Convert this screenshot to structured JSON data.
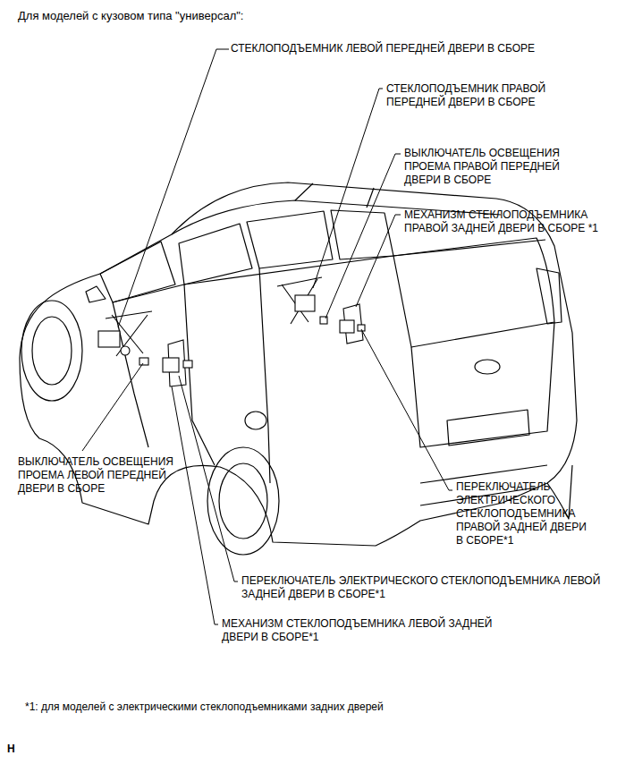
{
  "diagram": {
    "title": "Для моделей с кузовом типа \"универсал\":",
    "labels": [
      "СТЕКЛОПОДЪЕМНИК ЛЕВОЙ ПЕРЕДНЕЙ ДВЕРИ В СБОРЕ",
      "СТЕКЛОПОДЪЕМНИК ПРАВОЙ ПЕРЕДНЕЙ ДВЕРИ В СБОРЕ",
      "ВЫКЛЮЧАТЕЛЬ ОСВЕЩЕНИЯ ПРОЕМА ПРАВОЙ ПЕРЕДНЕЙ ДВЕРИ В СБОРЕ",
      "МЕХАНИЗМ СТЕКЛОПОДЪЕМНИКА ПРАВОЙ ЗАДНЕЙ ДВЕРИ В СБОРЕ *1",
      "ВЫКЛЮЧАТЕЛЬ ОСВЕЩЕНИЯ ПРОЕМА ЛЕВОЙ ПЕРЕДНЕЙ ДВЕРИ В СБОРЕ",
      "ПЕРЕКЛЮЧАТЕЛЬ ЭЛЕКТРИЧЕСКОГО СТЕКЛОПОДЪЕМНИКА ПРАВОЙ ЗАДНЕЙ ДВЕРИ В СБОРЕ*1",
      "ПЕРЕКЛЮЧАТЕЛЬ ЭЛЕКТРИЧЕСКОГО СТЕКЛОПОДЪЕМНИКА ЛЕВОЙ ЗАДНЕЙ ДВЕРИ В СБОРЕ*1",
      "МЕХАНИЗМ СТЕКЛОПОДЪЕМНИКА ЛЕВОЙ ЗАДНЕЙ ДВЕРИ В СБОРЕ*1",
      "*1: для моделей с электрическими стеклоподъемниками задних дверей",
      "H"
    ]
  }
}
